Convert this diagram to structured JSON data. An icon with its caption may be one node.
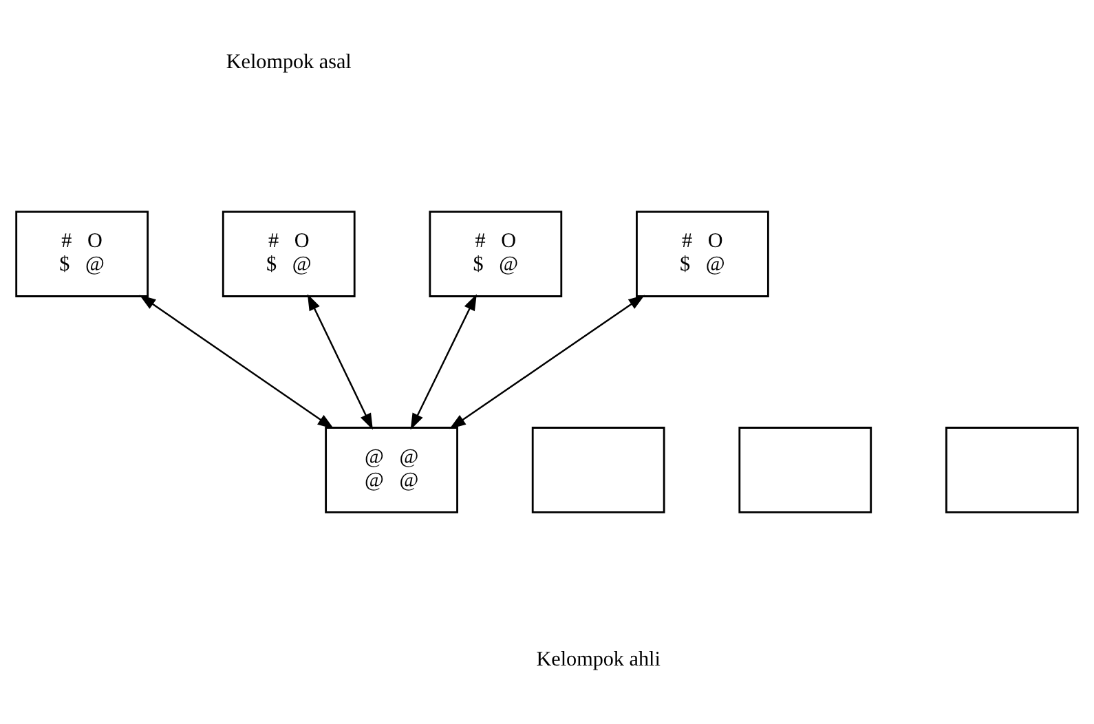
{
  "diagram": {
    "nodes": [
      {
        "text": [
          "#   O",
          "$   @"
        ]
      },
      {
        "text": [
          "#   O",
          "$   @"
        ]
      },
      {
        "text": [
          "#   O",
          "$   @"
        ]
      },
      {
        "text": [
          "#   O",
          "$   @"
        ]
      },
      {
        "text": [
          "@   @",
          "@   @"
        ]
      },
      {
        "text": [],
        "shape": "box"
      },
      {
        "text": [],
        "shape": "box"
      },
      {
        "text": [],
        "shape": "box"
      }
    ],
    "edges": [
      {
        "from": 4,
        "to": 0,
        "arrow": "both"
      },
      {
        "from": 4,
        "to": 1,
        "arrow": "both"
      },
      {
        "from": 4,
        "to": 2,
        "arrow": "both"
      },
      {
        "from": 4,
        "to": 3,
        "arrow": "both"
      }
    ],
    "labels": [
      "Kelompok asal",
      "Kelompok ahli"
    ]
  }
}
